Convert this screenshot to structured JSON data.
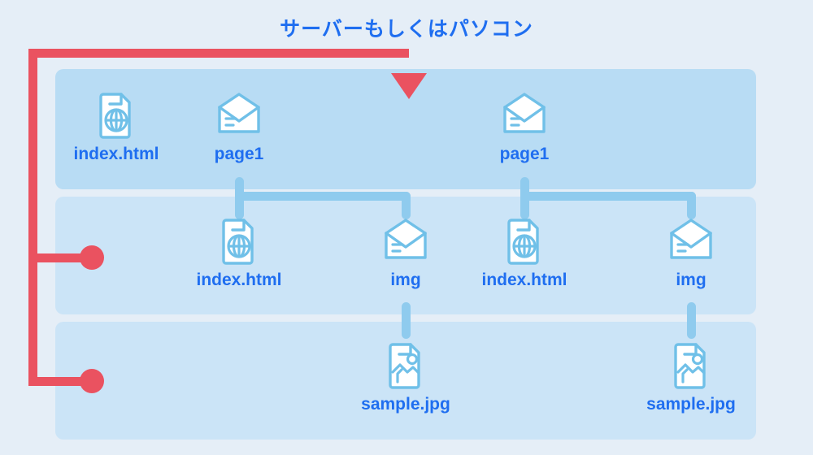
{
  "diagram": {
    "title": "サーバーもしくはパソコン",
    "colors": {
      "background": "#e5eef7",
      "band_row1": "#b8dcf4",
      "band_row2": "#cbe4f7",
      "band_row3": "#cbe4f7",
      "title_text": "#1f6ef0",
      "label_text": "#1f6ef0",
      "icon_stroke": "#70c0e8",
      "connector": "#8fcbee",
      "accent_red": "#ea5260"
    },
    "rows": [
      {
        "name": "row-root",
        "nodes": [
          {
            "label": "index.html",
            "icon": "html-file-icon"
          },
          {
            "label": "page1",
            "icon": "folder-envelope-icon"
          },
          {
            "label": "page1",
            "icon": "folder-envelope-icon"
          }
        ]
      },
      {
        "name": "row-second-level",
        "nodes": [
          {
            "label": "index.html",
            "icon": "html-file-icon"
          },
          {
            "label": "img",
            "icon": "folder-envelope-icon"
          },
          {
            "label": "index.html",
            "icon": "html-file-icon"
          },
          {
            "label": "img",
            "icon": "folder-envelope-icon"
          }
        ]
      },
      {
        "name": "row-third-level",
        "nodes": [
          {
            "label": "sample.jpg",
            "icon": "image-file-icon"
          },
          {
            "label": "sample.jpg",
            "icon": "image-file-icon"
          }
        ]
      }
    ]
  }
}
